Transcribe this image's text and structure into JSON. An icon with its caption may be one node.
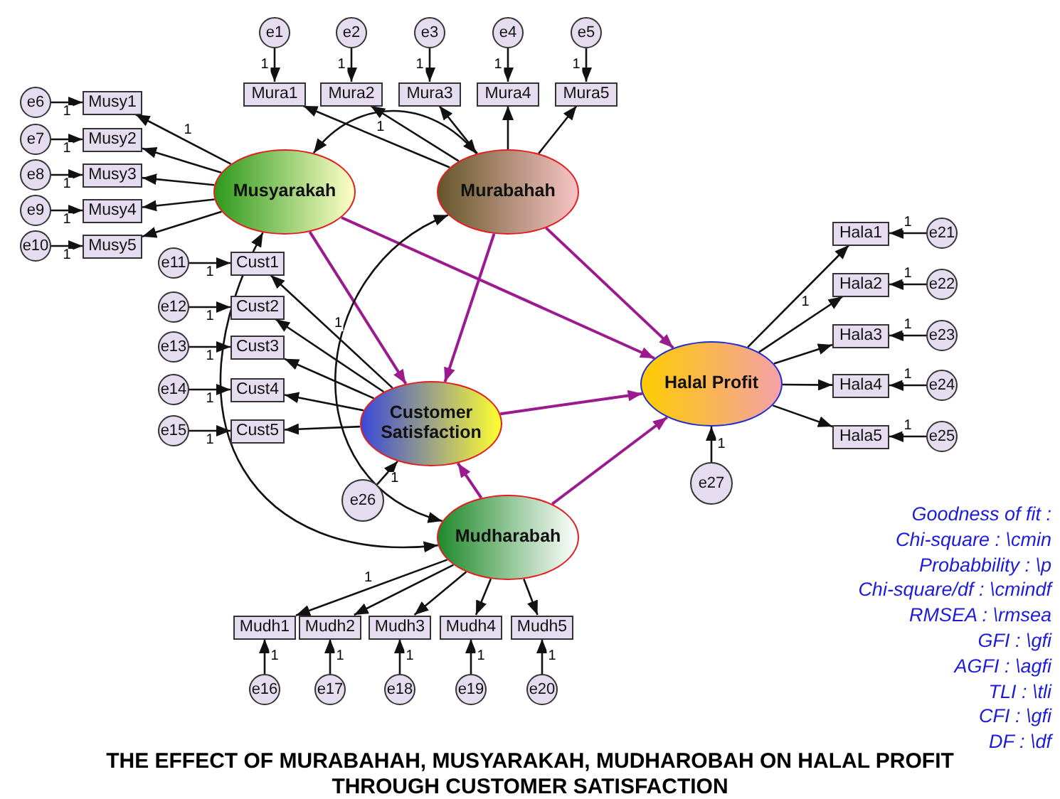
{
  "diagram": {
    "caption": "THE EFFECT OF MURABAHAH, MUSYARAKAH, MUDHAROBAH ON HALAL PROFIT THROUGH CUSTOMER SATISFACTION",
    "nodes": [
      {
        "text": [
          "Musyarakah"
        ]
      },
      {
        "text": [
          "Murabahah"
        ]
      },
      {
        "text": [
          "Customer Satisfaction"
        ]
      },
      {
        "text": [
          "Mudharabah"
        ]
      },
      {
        "text": [
          "Halal Profit"
        ]
      },
      {
        "text": [
          "Mura1"
        ]
      },
      {
        "text": [
          "Mura2"
        ]
      },
      {
        "text": [
          "Mura3"
        ]
      },
      {
        "text": [
          "Mura4"
        ]
      },
      {
        "text": [
          "Mura5"
        ]
      },
      {
        "text": [
          "Musy1"
        ]
      },
      {
        "text": [
          "Musy2"
        ]
      },
      {
        "text": [
          "Musy3"
        ]
      },
      {
        "text": [
          "Musy4"
        ]
      },
      {
        "text": [
          "Musy5"
        ]
      },
      {
        "text": [
          "Cust1"
        ]
      },
      {
        "text": [
          "Cust2"
        ]
      },
      {
        "text": [
          "Cust3"
        ]
      },
      {
        "text": [
          "Cust4"
        ]
      },
      {
        "text": [
          "Cust5"
        ]
      },
      {
        "text": [
          "Mudh1"
        ]
      },
      {
        "text": [
          "Mudh2"
        ]
      },
      {
        "text": [
          "Mudh3"
        ]
      },
      {
        "text": [
          "Mudh4"
        ]
      },
      {
        "text": [
          "Mudh5"
        ]
      },
      {
        "text": [
          "Hala1"
        ]
      },
      {
        "text": [
          "Hala2"
        ]
      },
      {
        "text": [
          "Hala3"
        ]
      },
      {
        "text": [
          "Hala4"
        ]
      },
      {
        "text": [
          "Hala5"
        ]
      },
      {
        "text": [
          "e1"
        ]
      },
      {
        "text": [
          "e2"
        ]
      },
      {
        "text": [
          "e3"
        ]
      },
      {
        "text": [
          "e4"
        ]
      },
      {
        "text": [
          "e5"
        ]
      },
      {
        "text": [
          "e6"
        ]
      },
      {
        "text": [
          "e7"
        ]
      },
      {
        "text": [
          "e8"
        ]
      },
      {
        "text": [
          "e9"
        ]
      },
      {
        "text": [
          "e10"
        ]
      },
      {
        "text": [
          "e11"
        ]
      },
      {
        "text": [
          "e12"
        ]
      },
      {
        "text": [
          "e13"
        ]
      },
      {
        "text": [
          "e14"
        ]
      },
      {
        "text": [
          "e15"
        ]
      },
      {
        "text": [
          "e16"
        ]
      },
      {
        "text": [
          "e17"
        ]
      },
      {
        "text": [
          "e18"
        ]
      },
      {
        "text": [
          "e19"
        ]
      },
      {
        "text": [
          "e20"
        ]
      },
      {
        "text": [
          "e21"
        ]
      },
      {
        "text": [
          "e22"
        ]
      },
      {
        "text": [
          "e23"
        ]
      },
      {
        "text": [
          "e24"
        ]
      },
      {
        "text": [
          "e25"
        ]
      },
      {
        "text": [
          "e26"
        ]
      },
      {
        "text": [
          "e27"
        ]
      }
    ],
    "edges": [
      {
        "from": 30,
        "to": 5,
        "arrow": "to",
        "label": "1"
      },
      {
        "from": 31,
        "to": 6,
        "arrow": "to",
        "label": "1"
      },
      {
        "from": 32,
        "to": 7,
        "arrow": "to",
        "label": "1"
      },
      {
        "from": 33,
        "to": 8,
        "arrow": "to",
        "label": "1"
      },
      {
        "from": 34,
        "to": 9,
        "arrow": "to",
        "label": "1"
      },
      {
        "from": 1,
        "to": 5,
        "arrow": "to",
        "label": "1"
      },
      {
        "from": 1,
        "to": 6,
        "arrow": "to"
      },
      {
        "from": 1,
        "to": 7,
        "arrow": "to"
      },
      {
        "from": 1,
        "to": 8,
        "arrow": "to"
      },
      {
        "from": 1,
        "to": 9,
        "arrow": "to"
      },
      {
        "from": 35,
        "to": 10,
        "arrow": "to",
        "label": "1"
      },
      {
        "from": 36,
        "to": 11,
        "arrow": "to",
        "label": "1"
      },
      {
        "from": 37,
        "to": 12,
        "arrow": "to",
        "label": "1"
      },
      {
        "from": 38,
        "to": 13,
        "arrow": "to",
        "label": "1"
      },
      {
        "from": 39,
        "to": 14,
        "arrow": "to",
        "label": "1"
      },
      {
        "from": 0,
        "to": 10,
        "arrow": "to",
        "label": "1"
      },
      {
        "from": 0,
        "to": 11,
        "arrow": "to"
      },
      {
        "from": 0,
        "to": 12,
        "arrow": "to"
      },
      {
        "from": 0,
        "to": 13,
        "arrow": "to"
      },
      {
        "from": 0,
        "to": 14,
        "arrow": "to"
      },
      {
        "from": 40,
        "to": 15,
        "arrow": "to",
        "label": "1"
      },
      {
        "from": 41,
        "to": 16,
        "arrow": "to",
        "label": "1"
      },
      {
        "from": 42,
        "to": 17,
        "arrow": "to",
        "label": "1"
      },
      {
        "from": 43,
        "to": 18,
        "arrow": "to",
        "label": "1"
      },
      {
        "from": 44,
        "to": 19,
        "arrow": "to",
        "label": "1"
      },
      {
        "from": 2,
        "to": 15,
        "arrow": "to",
        "label": "1"
      },
      {
        "from": 2,
        "to": 16,
        "arrow": "to"
      },
      {
        "from": 2,
        "to": 17,
        "arrow": "to"
      },
      {
        "from": 2,
        "to": 18,
        "arrow": "to"
      },
      {
        "from": 2,
        "to": 19,
        "arrow": "to"
      },
      {
        "from": 45,
        "to": 20,
        "arrow": "to",
        "label": "1"
      },
      {
        "from": 46,
        "to": 21,
        "arrow": "to",
        "label": "1"
      },
      {
        "from": 47,
        "to": 22,
        "arrow": "to",
        "label": "1"
      },
      {
        "from": 48,
        "to": 23,
        "arrow": "to",
        "label": "1"
      },
      {
        "from": 49,
        "to": 24,
        "arrow": "to",
        "label": "1"
      },
      {
        "from": 3,
        "to": 20,
        "arrow": "to",
        "label": "1"
      },
      {
        "from": 3,
        "to": 21,
        "arrow": "to"
      },
      {
        "from": 3,
        "to": 22,
        "arrow": "to"
      },
      {
        "from": 3,
        "to": 23,
        "arrow": "to"
      },
      {
        "from": 3,
        "to": 24,
        "arrow": "to"
      },
      {
        "from": 50,
        "to": 25,
        "arrow": "to",
        "label": "1"
      },
      {
        "from": 51,
        "to": 26,
        "arrow": "to",
        "label": "1"
      },
      {
        "from": 52,
        "to": 27,
        "arrow": "to",
        "label": "1"
      },
      {
        "from": 53,
        "to": 28,
        "arrow": "to",
        "label": "1"
      },
      {
        "from": 54,
        "to": 29,
        "arrow": "to",
        "label": "1"
      },
      {
        "from": 4,
        "to": 25,
        "arrow": "to",
        "label": "1"
      },
      {
        "from": 4,
        "to": 26,
        "arrow": "to"
      },
      {
        "from": 4,
        "to": 27,
        "arrow": "to"
      },
      {
        "from": 4,
        "to": 28,
        "arrow": "to"
      },
      {
        "from": 4,
        "to": 29,
        "arrow": "to"
      },
      {
        "from": 55,
        "to": 2,
        "arrow": "to",
        "label": "1"
      },
      {
        "from": 56,
        "to": 4,
        "arrow": "to",
        "label": "1"
      },
      {
        "from": 0,
        "to": 2,
        "arrow": "to",
        "color": "#9b1b8f"
      },
      {
        "from": 1,
        "to": 2,
        "arrow": "to",
        "color": "#9b1b8f"
      },
      {
        "from": 3,
        "to": 2,
        "arrow": "to",
        "color": "#9b1b8f"
      },
      {
        "from": 0,
        "to": 4,
        "arrow": "to",
        "color": "#9b1b8f"
      },
      {
        "from": 1,
        "to": 4,
        "arrow": "to",
        "color": "#9b1b8f"
      },
      {
        "from": 2,
        "to": 4,
        "arrow": "to",
        "color": "#9b1b8f"
      },
      {
        "from": 3,
        "to": 4,
        "arrow": "to",
        "color": "#9b1b8f"
      },
      {
        "from": 0,
        "to": 1,
        "arrow": "both"
      },
      {
        "from": 0,
        "to": 3,
        "arrow": "both"
      },
      {
        "from": 1,
        "to": 3,
        "arrow": "both"
      }
    ],
    "labels": [
      "Goodness of fit :",
      "Chi-square : \\cmin",
      "Probabbility : \\p",
      "Chi-square/df : \\cmindf",
      "RMSEA : \\rmsea",
      "GFI : \\gfi",
      "AGFI : \\agfi",
      "TLI : \\tli",
      "CFI : \\gfi",
      "DF : \\df"
    ]
  }
}
